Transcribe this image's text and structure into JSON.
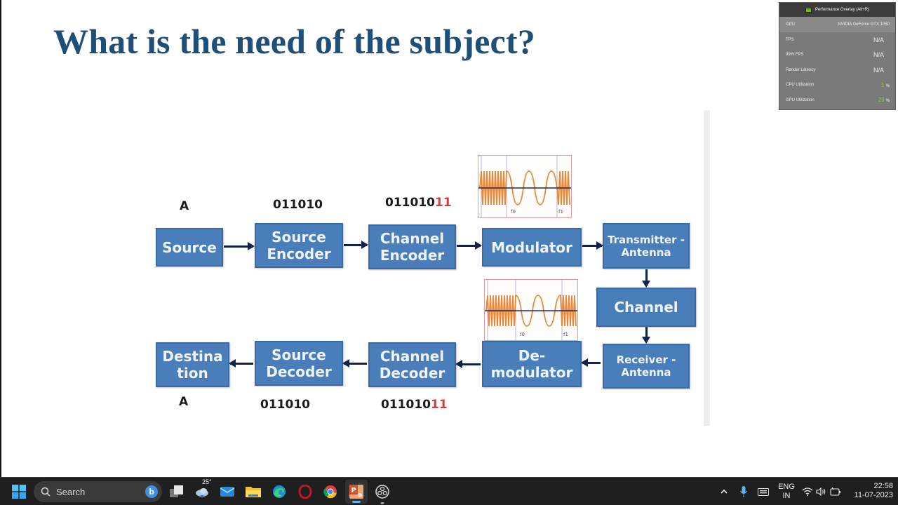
{
  "slide": {
    "title": "What is the need of the subject?"
  },
  "diagram": {
    "top_row": {
      "blocks": [
        {
          "label": "Source"
        },
        {
          "label": "Source\nEncoder"
        },
        {
          "label": "Channel\nEncoder"
        },
        {
          "label": "Modulator"
        },
        {
          "label": "Transmitter -\nAntenna"
        }
      ],
      "labels": [
        {
          "text": "A"
        },
        {
          "text": "011010"
        },
        {
          "text_black": "011010",
          "text_red": "11"
        }
      ]
    },
    "middle": {
      "channel": {
        "label": "Channel"
      }
    },
    "bottom_row": {
      "blocks": [
        {
          "label": "Destina\ntion"
        },
        {
          "label": "Source\nDecoder"
        },
        {
          "label": "Channel\nDecoder"
        },
        {
          "label": "De-\nmodulator"
        },
        {
          "label": "Receiver -\nAntenna"
        }
      ],
      "labels": [
        {
          "text": "A"
        },
        {
          "text": "011010"
        },
        {
          "text_black": "011010",
          "text_red": "11"
        }
      ]
    },
    "signal_graph": {
      "f0_label": "f0",
      "f1_label": "f1"
    },
    "colors": {
      "block_fill": "#4a7ebb",
      "block_text": "#eef4fb",
      "arrow": "#14214a",
      "error_bits": "#d63a3a",
      "wave": "#e8893a"
    }
  },
  "perf_overlay": {
    "title": "Performance Overlay (Alt+R)",
    "rows": [
      {
        "label": "GPU",
        "value": "NVIDIA GeForce GTX 1050"
      },
      {
        "label": "FPS",
        "value": "N/A"
      },
      {
        "label": "99% FPS",
        "value": "N/A"
      },
      {
        "label": "Render Latency",
        "value": "N/A"
      },
      {
        "label": "CPU Utilization",
        "value": "1",
        "unit": "%"
      },
      {
        "label": "GPU Utilization",
        "value": "29",
        "unit": "%"
      }
    ]
  },
  "taskbar": {
    "search_placeholder": "Search",
    "weather_temp": "25°",
    "apps": [
      "start",
      "search",
      "task-view",
      "weather",
      "mail",
      "file-explorer",
      "edge",
      "opera",
      "chrome",
      "powerpoint",
      "obs-studio"
    ],
    "tray": {
      "language_line1": "ENG",
      "language_line2": "IN",
      "time": "22:58",
      "date": "11-07-2023"
    }
  }
}
